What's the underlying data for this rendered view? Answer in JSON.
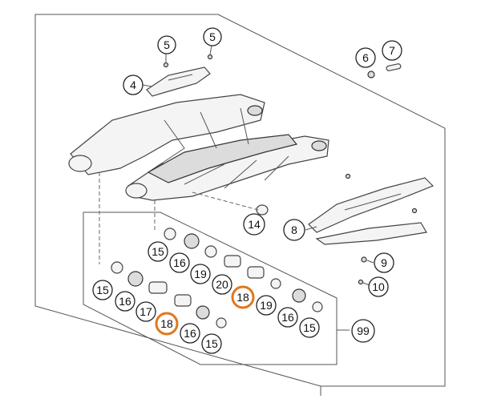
{
  "callouts": [
    {
      "label": "5"
    },
    {
      "label": "5"
    },
    {
      "label": "4"
    },
    {
      "label": "6"
    },
    {
      "label": "7"
    },
    {
      "label": "8"
    },
    {
      "label": "14"
    },
    {
      "label": "9"
    },
    {
      "label": "10"
    },
    {
      "label": "15"
    },
    {
      "label": "16"
    },
    {
      "label": "19"
    },
    {
      "label": "20"
    },
    {
      "label": "18"
    },
    {
      "label": "15"
    },
    {
      "label": "16"
    },
    {
      "label": "17"
    },
    {
      "label": "18"
    },
    {
      "label": "16"
    },
    {
      "label": "15"
    },
    {
      "label": "19"
    },
    {
      "label": "16"
    },
    {
      "label": "15"
    },
    {
      "label": "99"
    }
  ],
  "highlight_color": "#e0781e"
}
